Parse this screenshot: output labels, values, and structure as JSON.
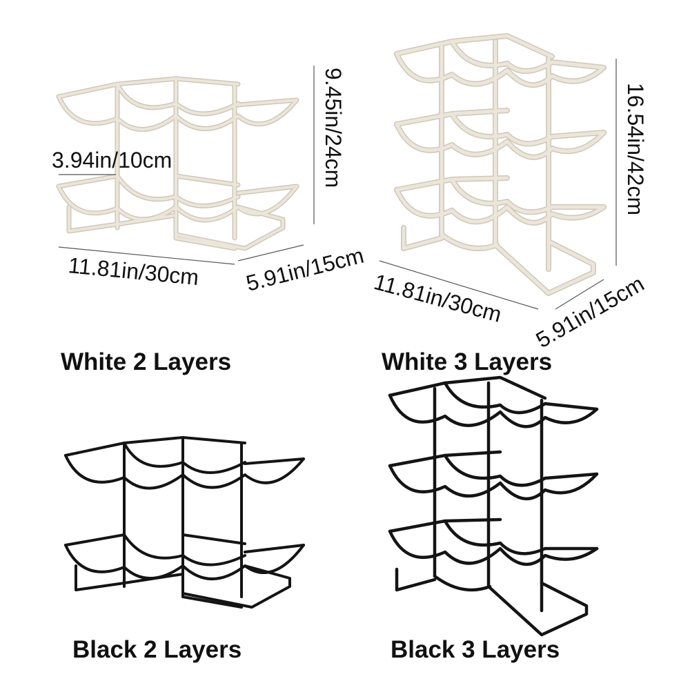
{
  "colors": {
    "white_rack": "#ebe5da",
    "white_rack_edge": "#cfc7b8",
    "black_rack": "#141414",
    "dimension_line": "#555555",
    "text": "#111111"
  },
  "white_2_layers": {
    "caption": "White 2 Layers",
    "height_dim": "9.45in/24cm",
    "spacing_dim": "3.94in/10cm",
    "width_dim": "11.81in/30cm",
    "depth_dim": "5.91in/15cm"
  },
  "white_3_layers": {
    "caption": "White 3 Layers",
    "height_dim": "16.54in/42cm",
    "width_dim": "11.81in/30cm",
    "depth_dim": "5.91in/15cm"
  },
  "black_2_layers": {
    "caption": "Black 2 Layers"
  },
  "black_3_layers": {
    "caption": "Black 3 Layers"
  }
}
